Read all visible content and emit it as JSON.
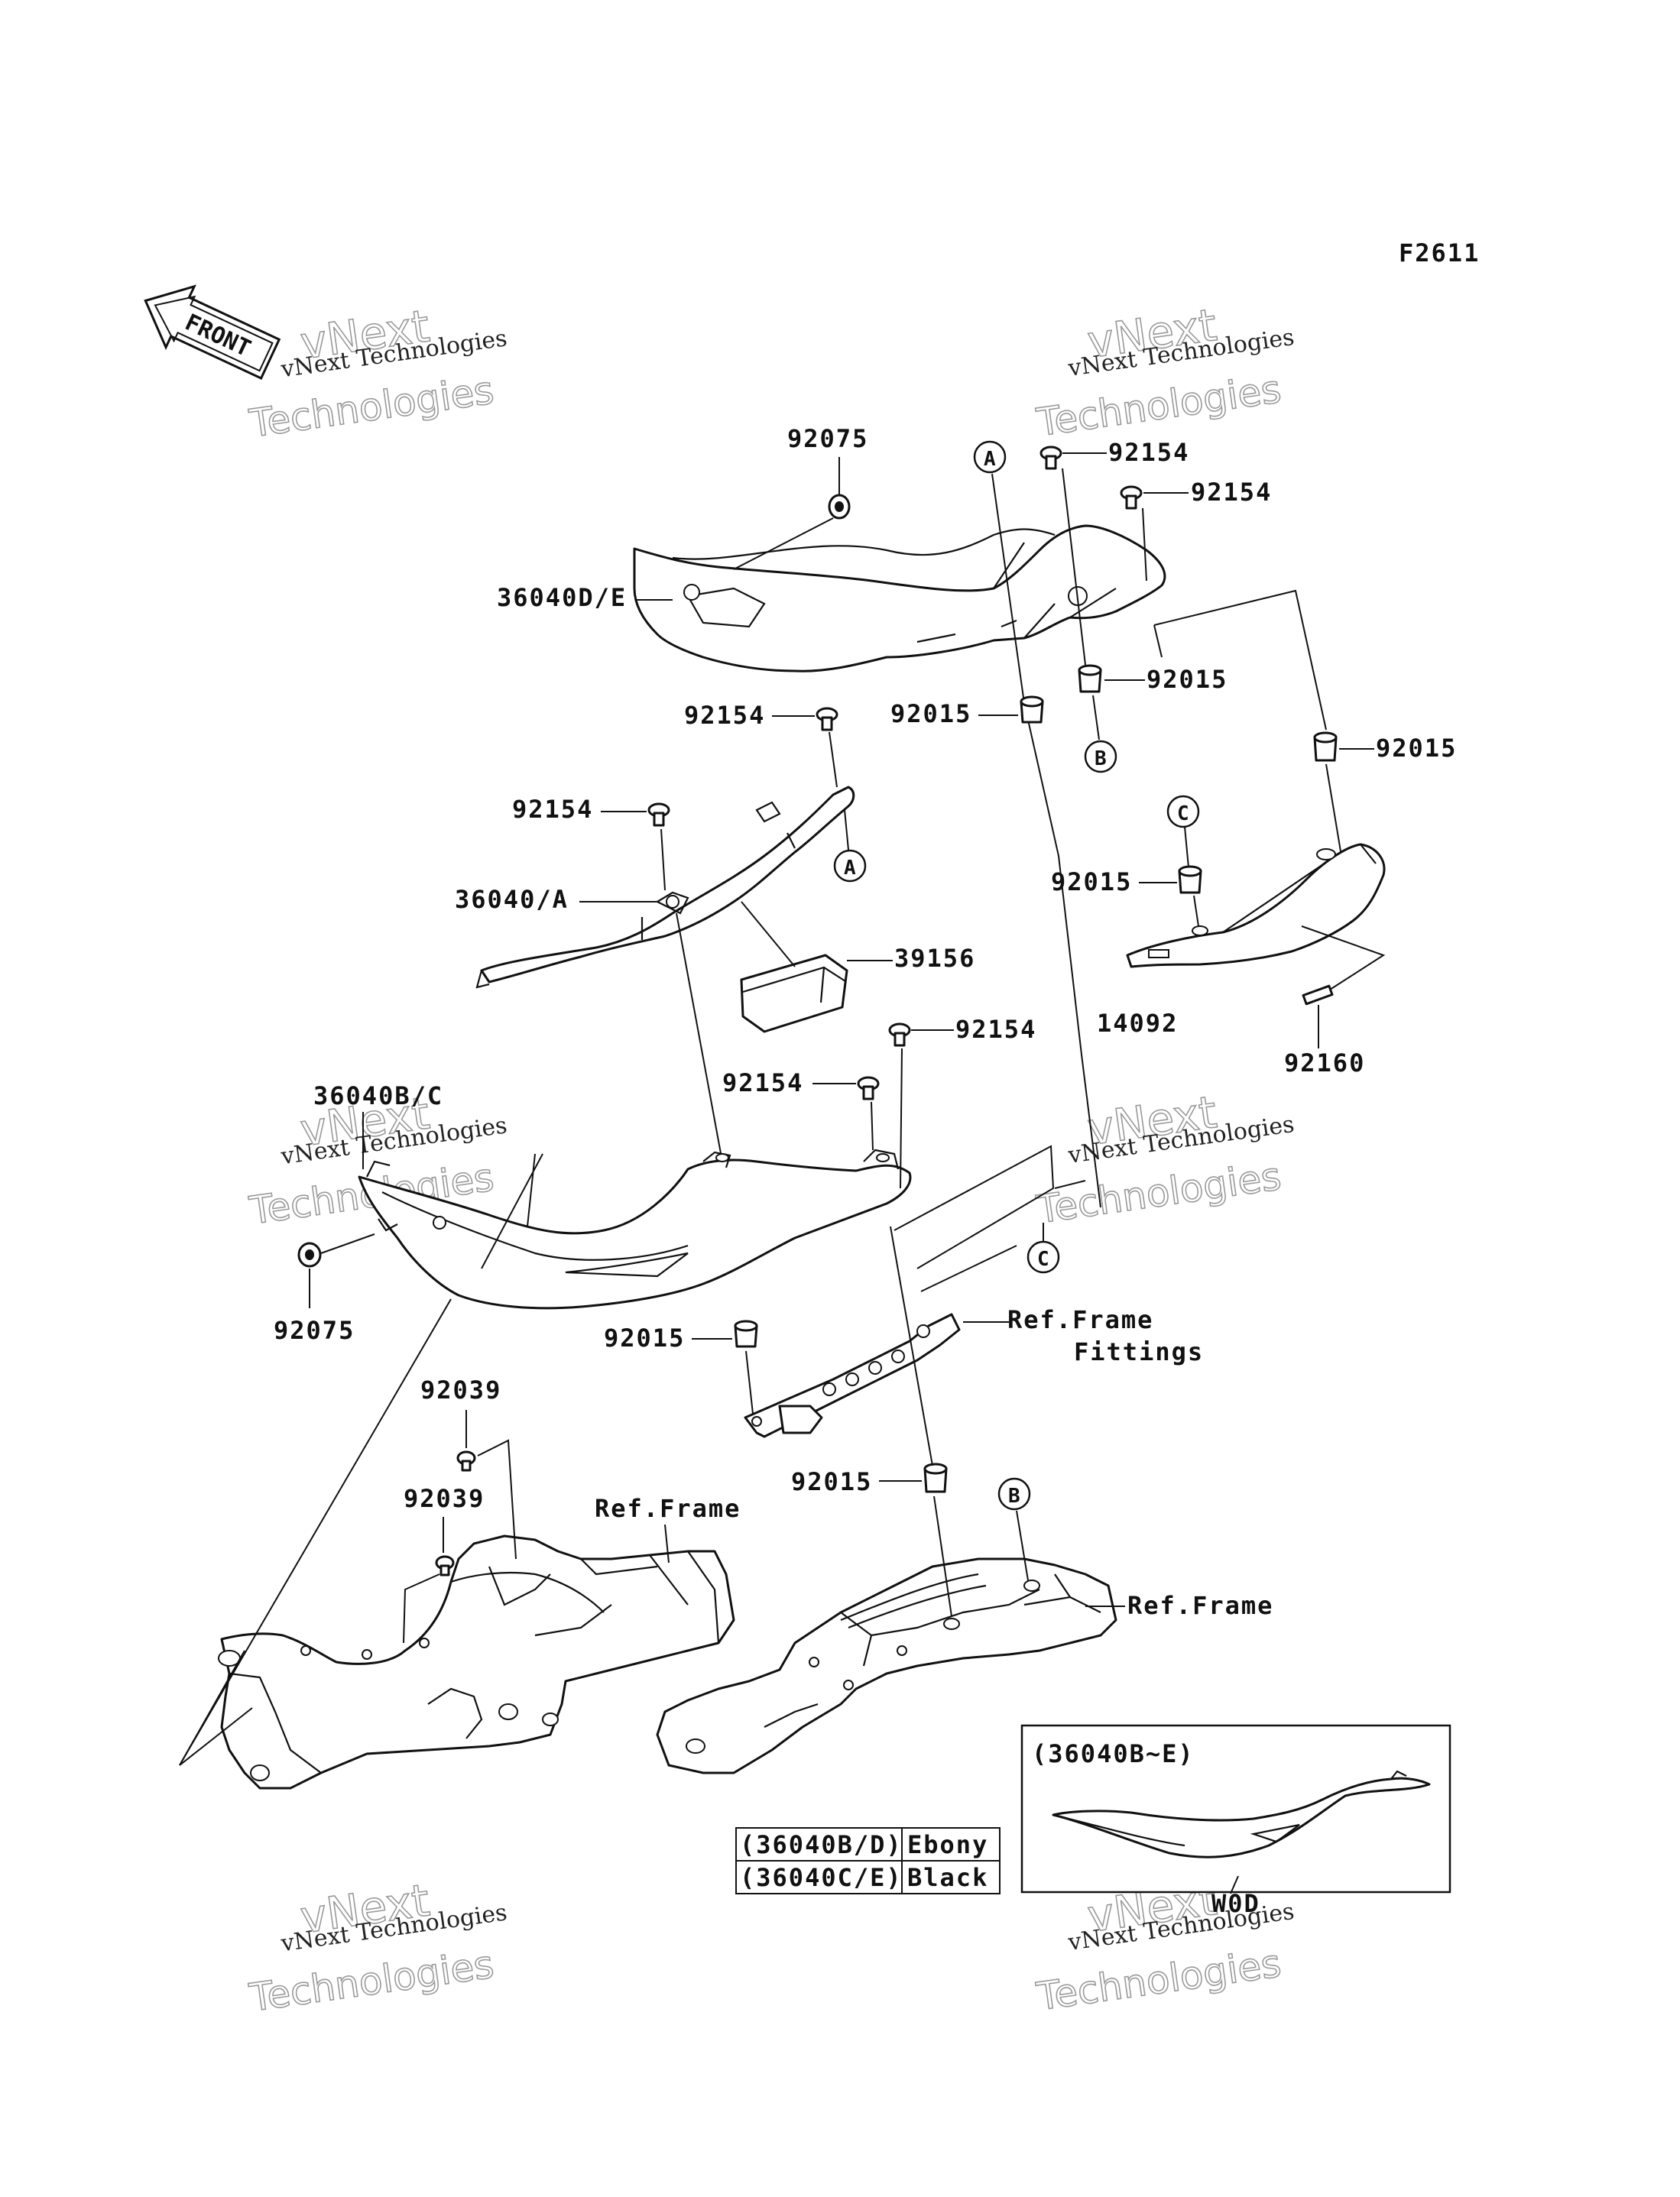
{
  "figure_code": "F2611",
  "front_arrow": "FRONT",
  "watermark": {
    "line1": "vNext Technologies",
    "line2": "Technologies",
    "line3": "vNext"
  },
  "callouts": {
    "a": "A",
    "b": "B",
    "c": "C"
  },
  "labels": {
    "p92075_top": "92075",
    "p36040de": "36040D/E",
    "p92154_a": "92154",
    "p92154_b": "92154",
    "p92015_a": "92015",
    "p92015_b": "92015",
    "p92015_c": "92015",
    "p92154_c": "92154",
    "p92154_d": "92154",
    "p36040a": "36040/A",
    "p39156": "39156",
    "p92015_d": "92015",
    "p14092": "14092",
    "p92160": "92160",
    "p92154_e": "92154",
    "p92154_f": "92154",
    "p36040bc": "36040B/C",
    "p92075_bot": "92075",
    "p92015_e": "92015",
    "ref_frame_fittings_1": "Ref.Frame",
    "ref_frame_fittings_2": "Fittings",
    "p92039_a": "92039",
    "p92039_b": "92039",
    "ref_frame_1": "Ref.Frame",
    "p92015_f": "92015",
    "ref_frame_2": "Ref.Frame"
  },
  "color_table": {
    "rows": [
      {
        "code": "(36040B/D)",
        "color": "Ebony"
      },
      {
        "code": "(36040C/E)",
        "color": "Black"
      }
    ]
  },
  "inset": {
    "title": "(36040B~E)",
    "note": "W0D"
  }
}
